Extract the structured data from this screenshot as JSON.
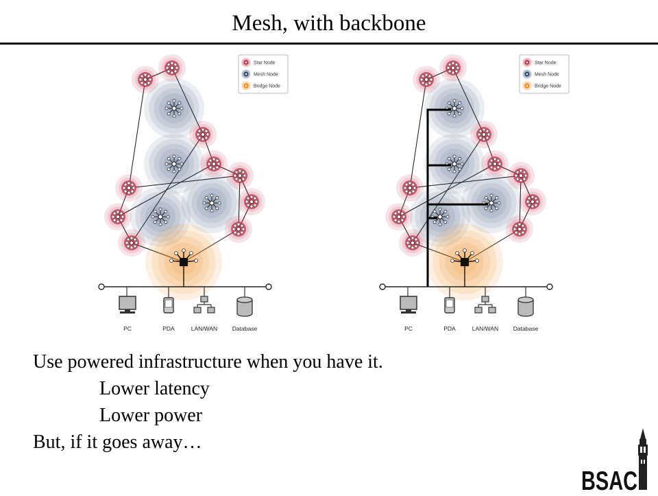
{
  "slide": {
    "title": "Mesh, with backbone",
    "bullets": [
      {
        "text": "Use powered infrastructure when you have it.",
        "indent": 0
      },
      {
        "text": "Lower latency",
        "indent": 1
      },
      {
        "text": "Lower power",
        "indent": 1
      },
      {
        "text": "But, if it goes away…",
        "indent": 0
      }
    ]
  },
  "legend": {
    "star_node": "Star Node",
    "mesh_node": "Mesh Node",
    "bridge_node": "Bridge Node"
  },
  "devices": {
    "pc": "PC",
    "pda": "PDA",
    "lan_wan": "LAN/WAN",
    "database": "Database"
  },
  "logo": {
    "text": "BSAC"
  },
  "colors": {
    "star": "#c4364f",
    "star_halo": "#e6b9c3",
    "mesh": "#324a78",
    "mesh_halo": "#b7c4d8",
    "bridge": "#f08c1c",
    "bridge_halo": "#f7c489"
  }
}
